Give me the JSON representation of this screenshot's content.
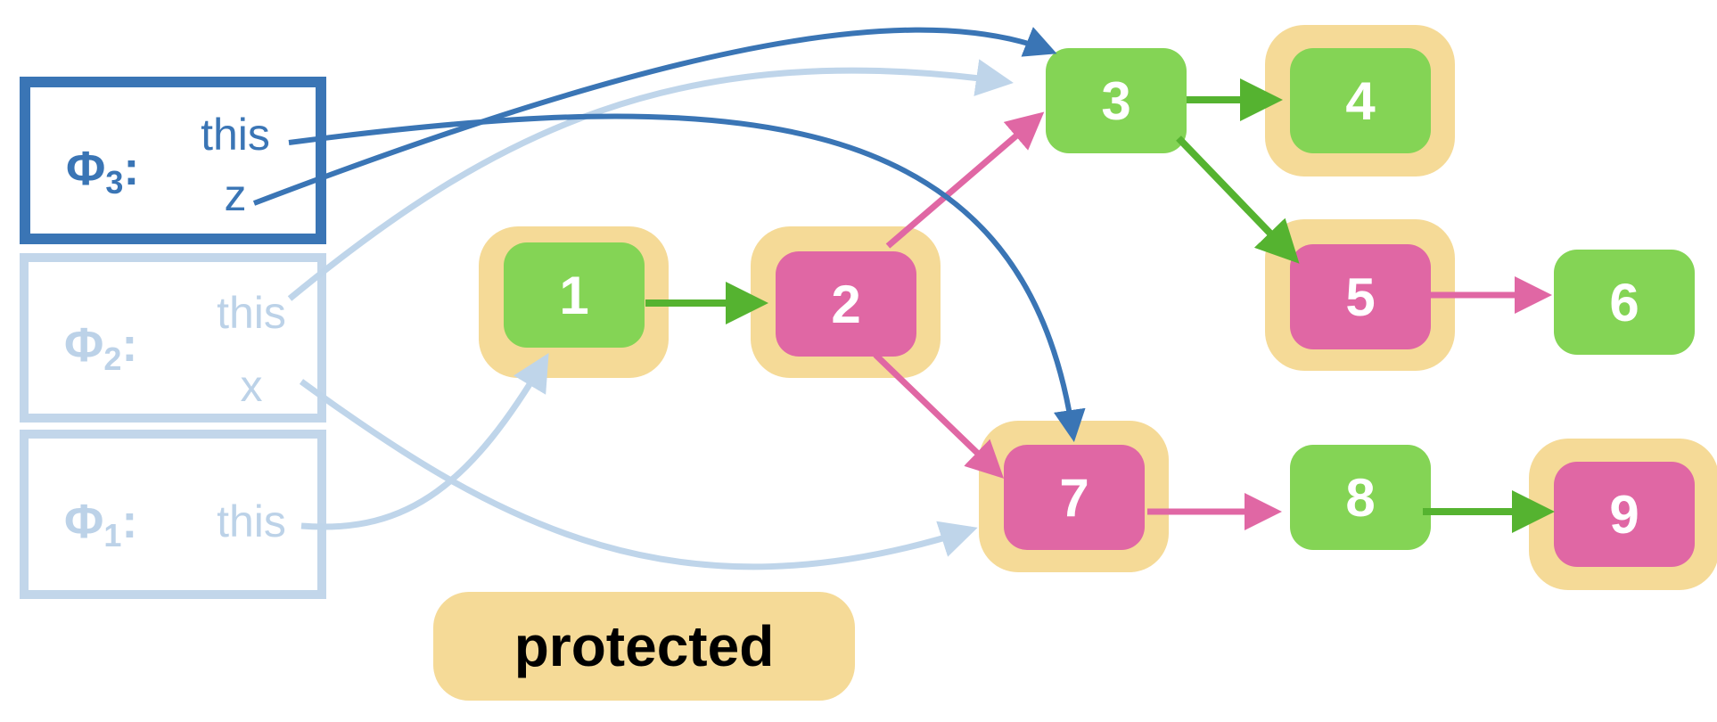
{
  "frames": [
    {
      "id": "phi3",
      "symbol": "Φ",
      "index": "3",
      "colon": ":",
      "vars": [
        "this",
        "z"
      ],
      "state": "active"
    },
    {
      "id": "phi2",
      "symbol": "Φ",
      "index": "2",
      "colon": ":",
      "vars": [
        "this",
        "x"
      ],
      "state": "faded"
    },
    {
      "id": "phi1",
      "symbol": "Φ",
      "index": "1",
      "colon": ":",
      "vars": [
        "this"
      ],
      "state": "faded"
    }
  ],
  "nodes": [
    {
      "label": "1",
      "color": "green",
      "protected": true
    },
    {
      "label": "2",
      "color": "pink",
      "protected": true
    },
    {
      "label": "3",
      "color": "green",
      "protected": false
    },
    {
      "label": "4",
      "color": "green",
      "protected": true
    },
    {
      "label": "5",
      "color": "pink",
      "protected": true
    },
    {
      "label": "6",
      "color": "green",
      "protected": false
    },
    {
      "label": "7",
      "color": "pink",
      "protected": true
    },
    {
      "label": "8",
      "color": "green",
      "protected": false
    },
    {
      "label": "9",
      "color": "pink",
      "protected": true
    }
  ],
  "node_edges": [
    {
      "from": "1",
      "to": "2",
      "color": "green"
    },
    {
      "from": "2",
      "to": "3",
      "color": "pink"
    },
    {
      "from": "2",
      "to": "7",
      "color": "pink"
    },
    {
      "from": "3",
      "to": "4",
      "color": "green"
    },
    {
      "from": "3",
      "to": "5",
      "color": "green"
    },
    {
      "from": "5",
      "to": "6",
      "color": "pink"
    },
    {
      "from": "7",
      "to": "8",
      "color": "pink"
    },
    {
      "from": "8",
      "to": "9",
      "color": "green"
    }
  ],
  "references": [
    {
      "from": "phi3.this",
      "to": "7",
      "color": "dark-blue"
    },
    {
      "from": "phi3.z",
      "to": "3",
      "color": "dark-blue"
    },
    {
      "from": "phi2.this",
      "to": "3",
      "color": "light-blue"
    },
    {
      "from": "phi2.x",
      "to": "7",
      "color": "light-blue"
    },
    {
      "from": "phi1.this",
      "to": "1",
      "color": "light-blue"
    }
  ],
  "legend": {
    "label": "protected"
  },
  "colors": {
    "green_node": "#84d455",
    "pink_node": "#e067a4",
    "protected_halo": "#f5da97",
    "green_edge": "#55b330",
    "pink_edge": "#e067a4",
    "dark_blue": "#3a75b5",
    "light_blue": "#bfd5ea"
  }
}
